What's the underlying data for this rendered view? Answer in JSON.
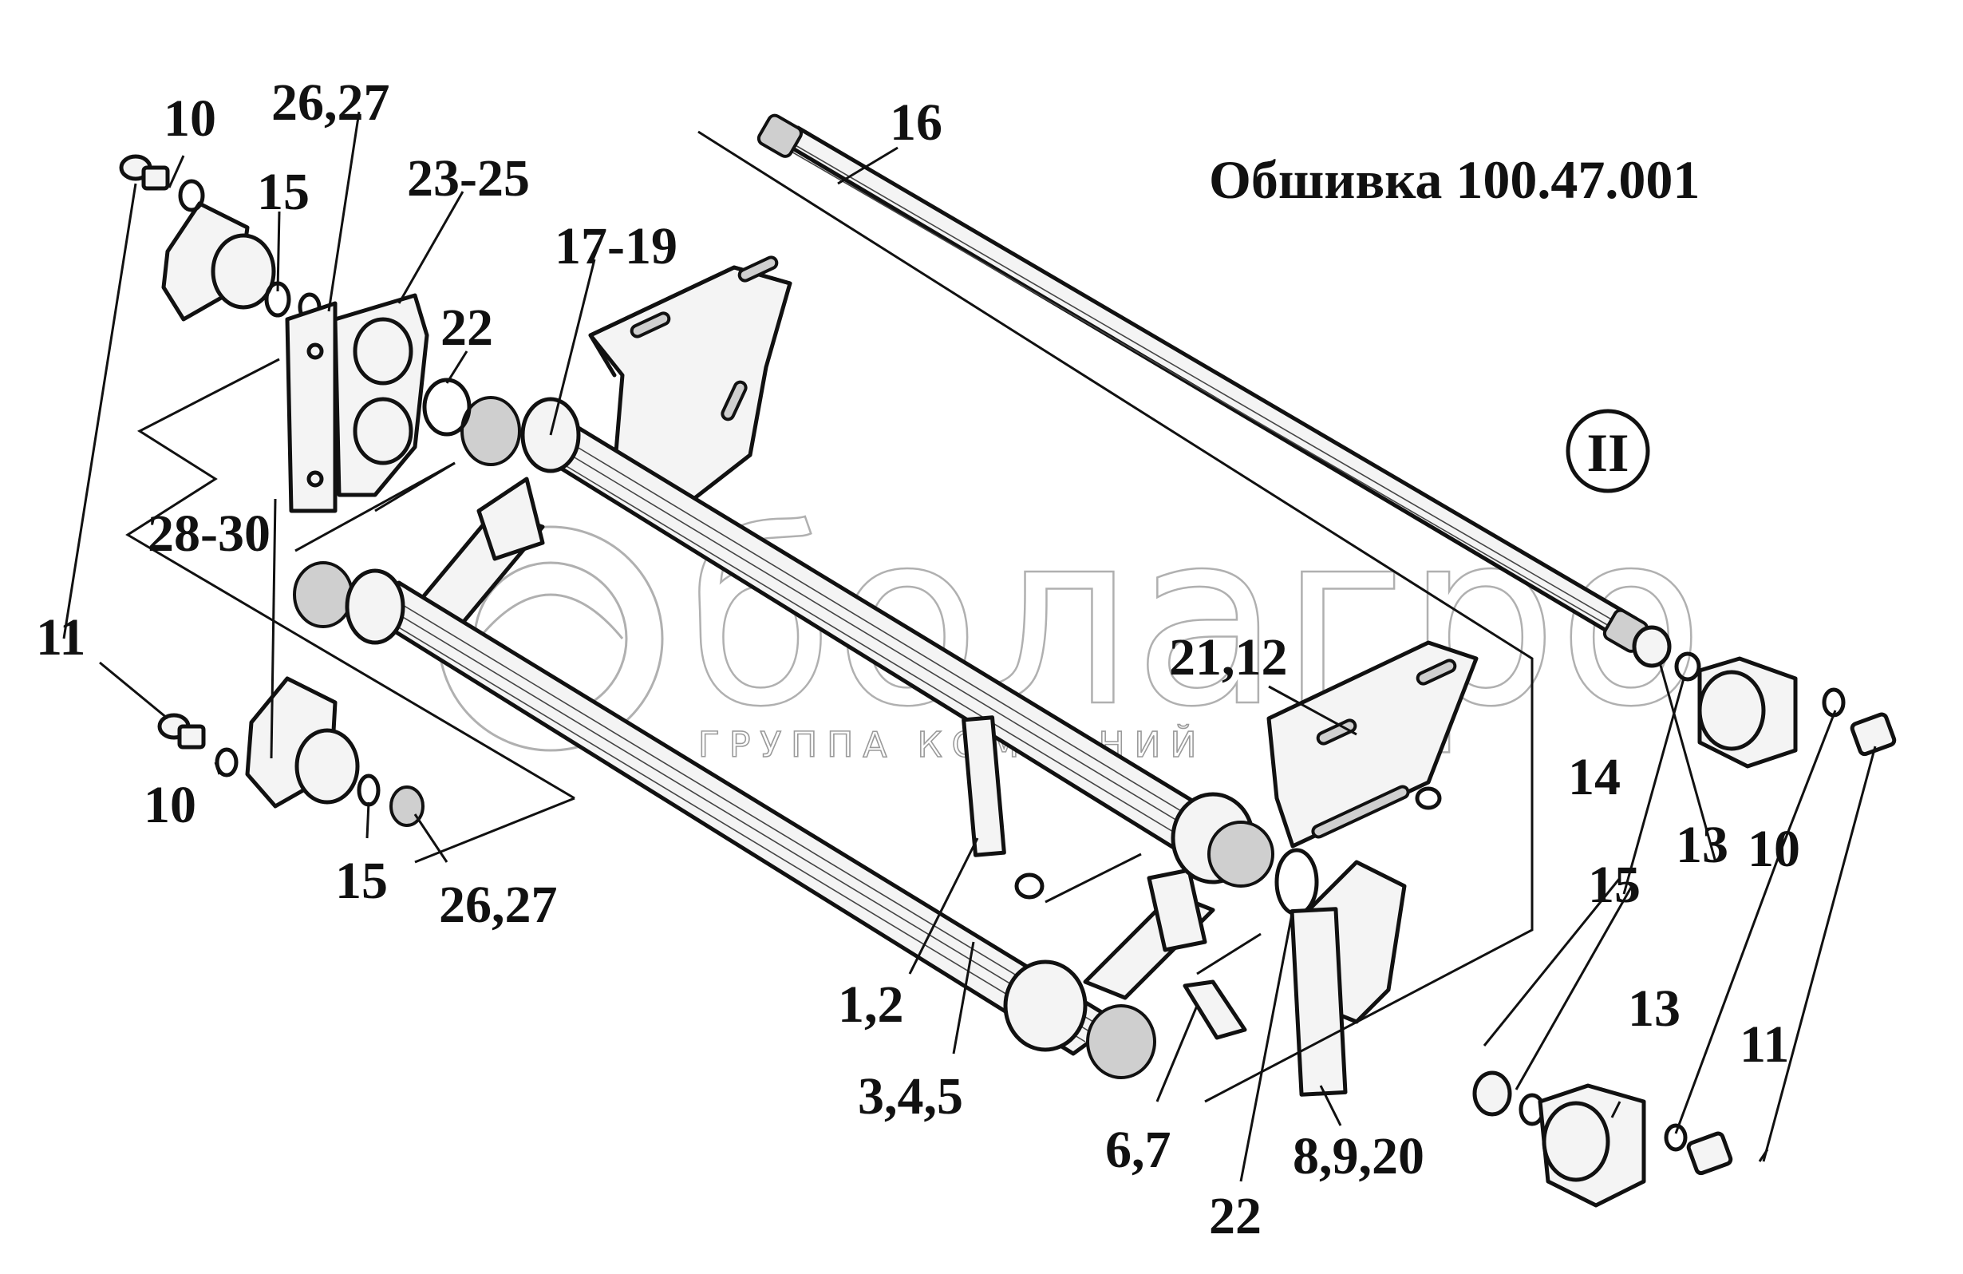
{
  "title": "Обшивка 100.47.001",
  "section_mark": "II",
  "watermark": {
    "brand": "болагро",
    "subtitle": "ГРУППА КОМПАНИЙ"
  },
  "labels": {
    "l10_top": "10",
    "l26_27_top": "26,27",
    "l15_top": "15",
    "l23_25": "23-25",
    "l22_top": "22",
    "l17_19": "17-19",
    "l16": "16",
    "l28_30": "28-30",
    "l11_left": "11",
    "l10_left": "10",
    "l15_bottom": "15",
    "l26_27_bottom": "26,27",
    "l21_12": "21,12",
    "l1_2": "1,2",
    "l3_4_5": "3,4,5",
    "l6_7": "6,7",
    "l22_bottom": "22",
    "l8_9_20": "8,9,20",
    "l14": "14",
    "l15_right": "15",
    "l13_upper": "13",
    "l10_right": "10",
    "l13_lower": "13",
    "l11_right": "11"
  }
}
